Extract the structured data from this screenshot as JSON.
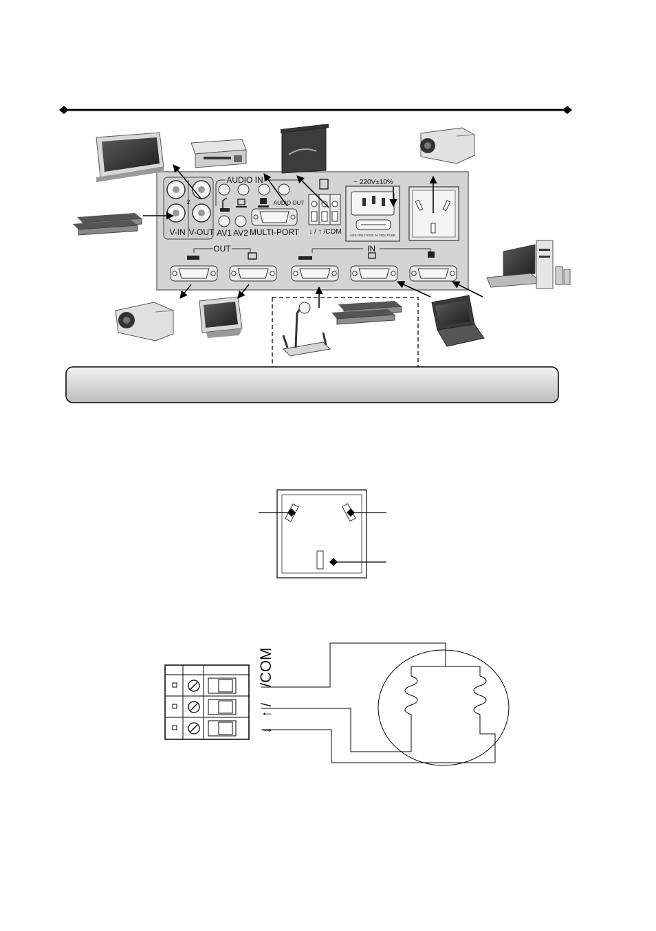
{
  "panel": {
    "audio_in": "AUDIO IN",
    "audio_out": "AUDIO OUT",
    "v_in": "V-IN",
    "v_out": "V-OUT",
    "channel_two": "2",
    "av1": "AV1",
    "av2": "AV2",
    "multi_port": "MULTI-PORT",
    "motor_com": "↓ / ↑ /COM",
    "power_rating": "~ 220V±10%",
    "fuse_note": "USE ONLY 5X20 2A 250V FUSE",
    "out_label": "OUT",
    "in_label": "IN"
  },
  "caption_box": {
    "text": ""
  },
  "terminal": {
    "com_label": "/COM",
    "up_label": "↑ /",
    "down_label": "↓"
  }
}
